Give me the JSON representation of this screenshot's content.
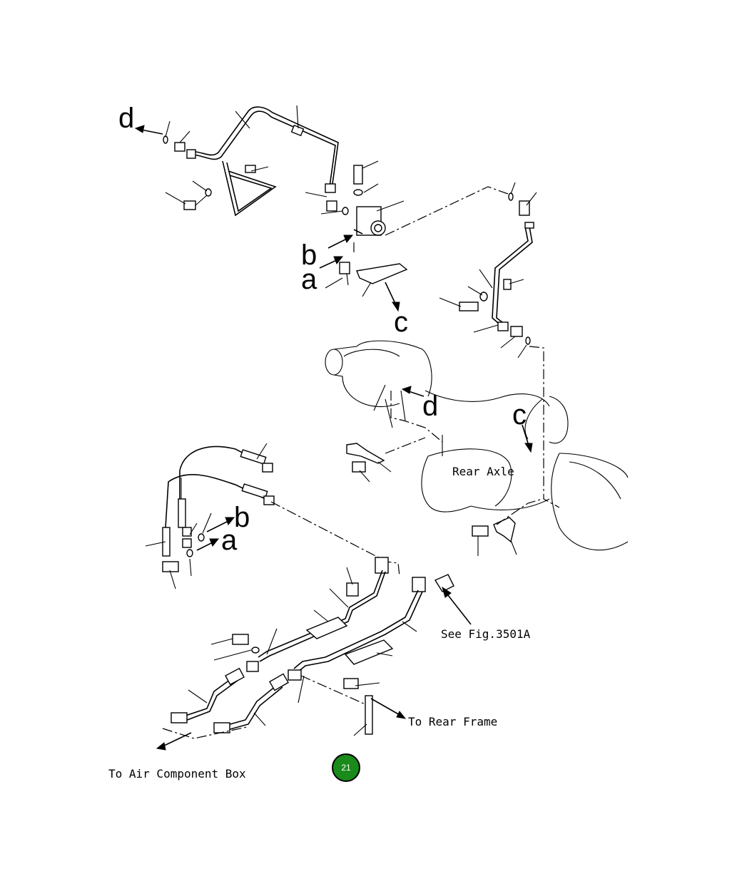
{
  "callouts": {
    "d_top": "d",
    "b_mid": "b",
    "a_mid": "a",
    "c_mid": "c",
    "d_axle": "d",
    "c_axle": "c",
    "b_lower": "b",
    "a_lower": "a"
  },
  "labels": {
    "rear_axle": "Rear Axle",
    "see_fig": "See Fig.3501A",
    "to_rear_frame": "To Rear Frame",
    "to_air_component_box": "To Air Component Box"
  },
  "page_badge": {
    "number": "21",
    "color": "#1a8a1a"
  }
}
